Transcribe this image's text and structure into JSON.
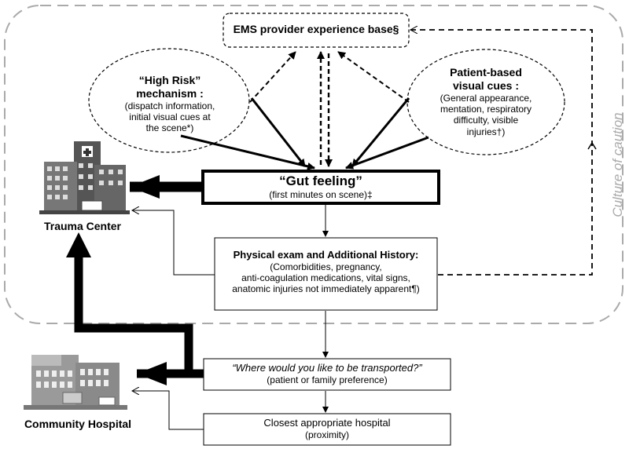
{
  "ems_box": {
    "title": "EMS provider experience base§"
  },
  "high_risk": {
    "title_line1": "“High Risk”",
    "title_line2": "mechanism :",
    "body_line1": "(dispatch information,",
    "body_line2": "initial visual cues at",
    "body_line3": "the scene*)"
  },
  "patient_cues": {
    "title_line1": "Patient-based",
    "title_line2": "visual cues :",
    "body_line1": "(General appearance,",
    "body_line2": "mentation, respiratory",
    "body_line3": "difficulty, visible",
    "body_line4": "injuries†)"
  },
  "gut_feeling": {
    "title": "“Gut feeling”",
    "subtitle": "(first minutes on scene)‡"
  },
  "physical_exam": {
    "title": "Physical exam and Additional History:",
    "line1": "(Comorbidities, pregnancy,",
    "line2": "anti-coagulation medications, vital signs,",
    "line3": "anatomic injuries not immediately apparent¶)"
  },
  "transport_pref": {
    "title": "“Where would you like to be transported?”",
    "subtitle": "(patient or family preference)"
  },
  "closest_hospital": {
    "title": "Closest appropriate hospital",
    "subtitle": "(proximity)"
  },
  "trauma_center": {
    "label": "Trauma Center"
  },
  "community_hospital": {
    "label": "Community Hospital"
  },
  "culture_of_caution": {
    "label": "Culture of caution"
  },
  "colors": {
    "caution_border": "#aaaaaa",
    "building_dark": "#555555",
    "building_light": "#9a9a9a"
  }
}
